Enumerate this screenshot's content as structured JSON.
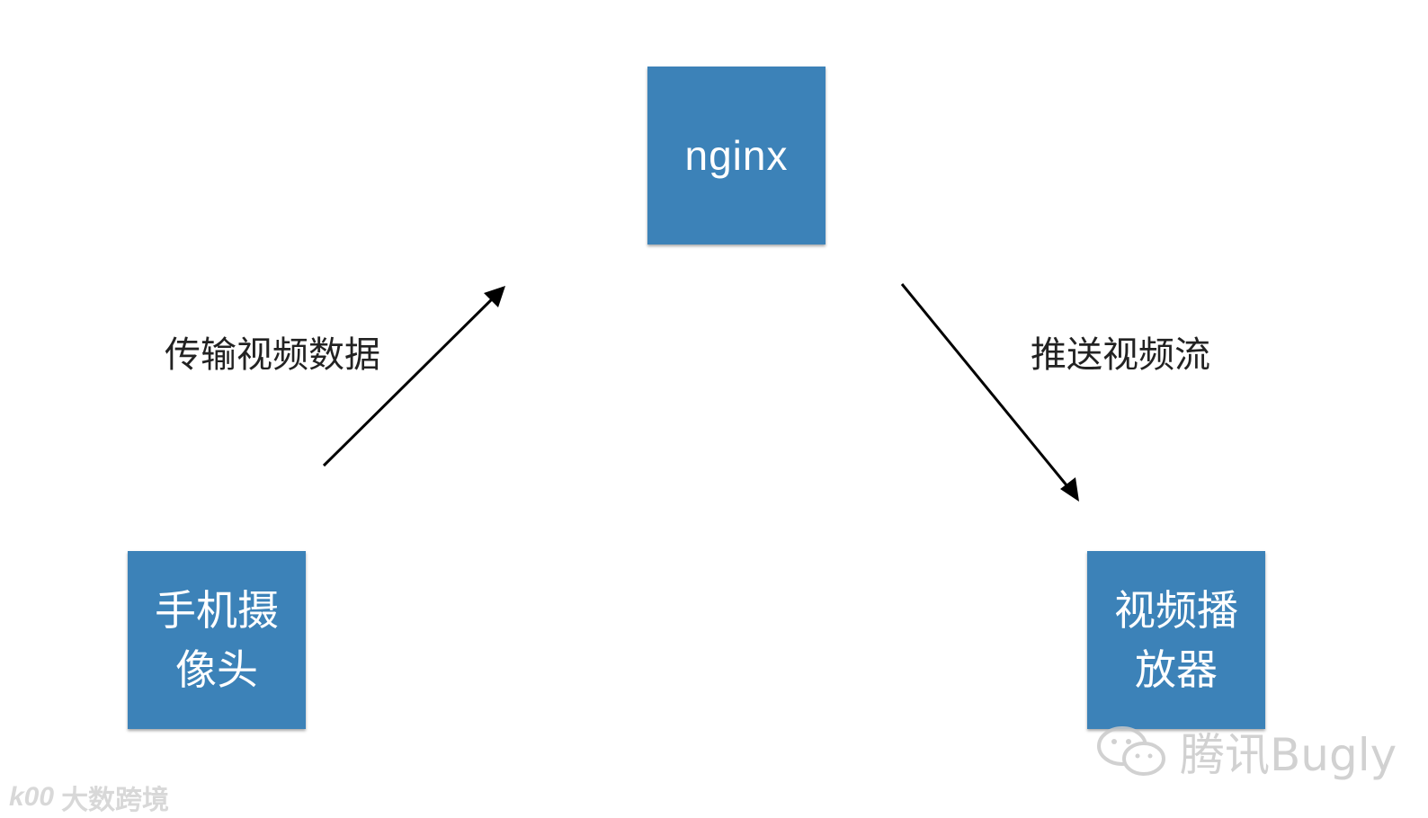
{
  "diagram": {
    "nodes": {
      "server": {
        "label": "nginx"
      },
      "source": {
        "label": "手机摄像头"
      },
      "player": {
        "label": "视频播放器"
      }
    },
    "edges": {
      "upload": {
        "label": "传输视频数据"
      },
      "push": {
        "label": "推送视频流"
      }
    }
  },
  "watermarks": {
    "left_text": "大数跨境",
    "left_logo": "k00",
    "right_text": "腾讯Bugly",
    "right_icon": "wechat-icon"
  },
  "colors": {
    "node_fill": "#3c82b8",
    "node_text": "#ffffff",
    "arrow": "#000000"
  }
}
